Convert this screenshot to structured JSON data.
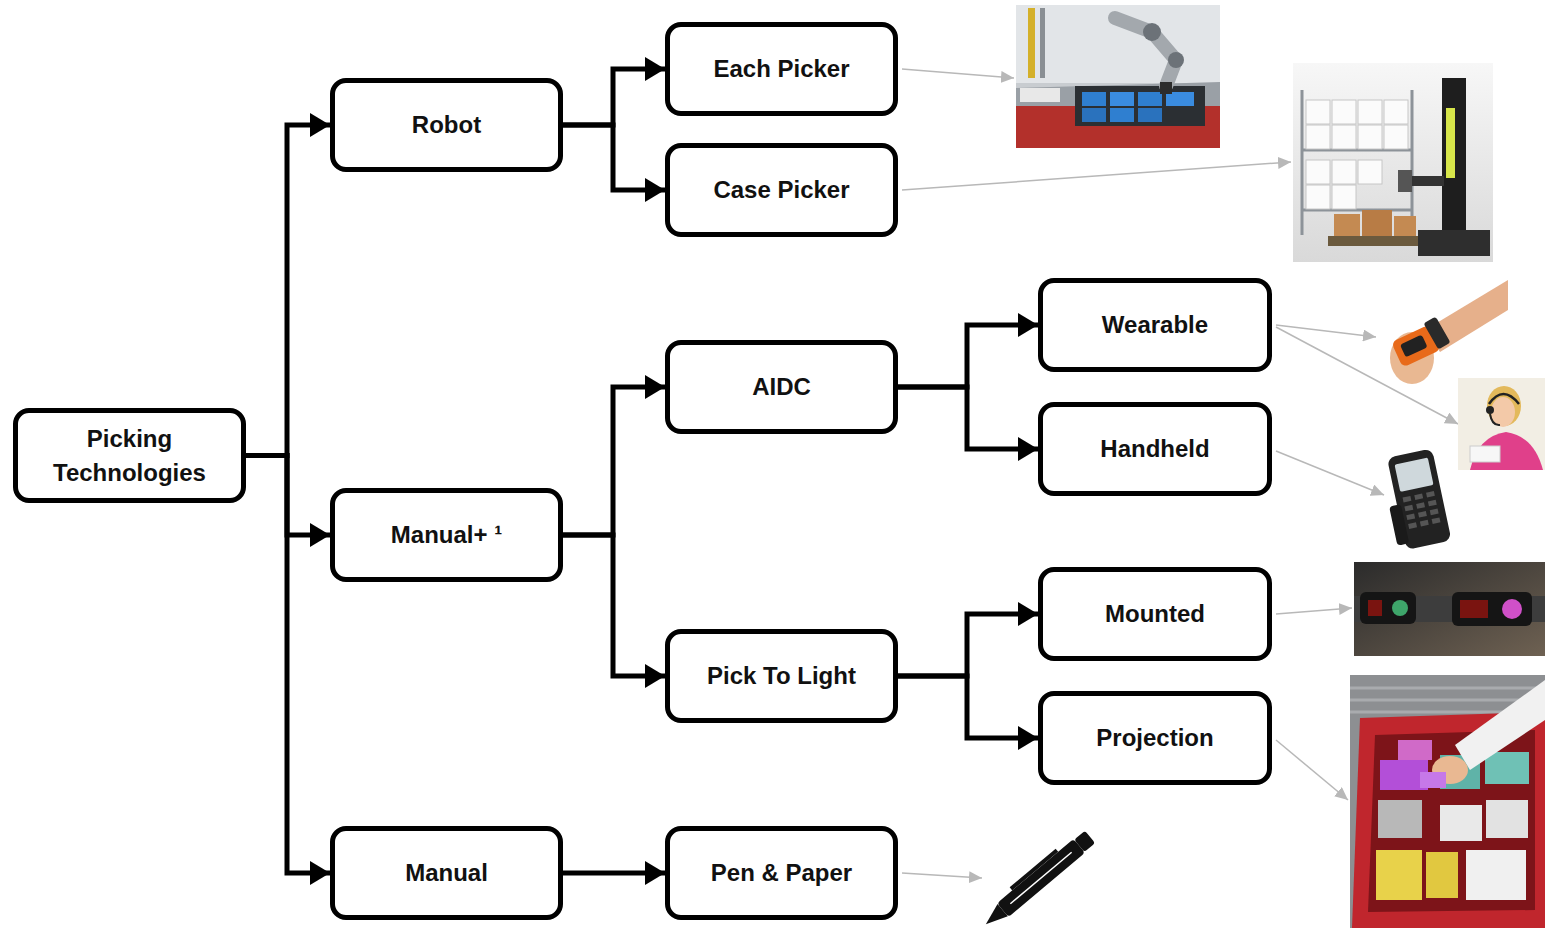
{
  "diagram": {
    "nodes": [
      {
        "text": [
          "Picking Technologies"
        ]
      },
      {
        "text": [
          "Robot"
        ]
      },
      {
        "text": [
          "Each Picker"
        ]
      },
      {
        "text": [
          "Case Picker"
        ]
      },
      {
        "text": [
          "Manual+ ¹"
        ]
      },
      {
        "text": [
          "AIDC"
        ]
      },
      {
        "text": [
          "Wearable"
        ]
      },
      {
        "text": [
          "Handheld"
        ]
      },
      {
        "text": [
          "Pick To Light"
        ]
      },
      {
        "text": [
          "Mounted"
        ]
      },
      {
        "text": [
          "Projection"
        ]
      },
      {
        "text": [
          "Manual"
        ]
      },
      {
        "text": [
          "Pen & Paper"
        ]
      }
    ],
    "edges": [
      {
        "from": 0,
        "to": 1,
        "arrow": "to"
      },
      {
        "from": 0,
        "to": 4,
        "arrow": "to"
      },
      {
        "from": 0,
        "to": 11,
        "arrow": "to"
      },
      {
        "from": 1,
        "to": 2,
        "arrow": "to"
      },
      {
        "from": 1,
        "to": 3,
        "arrow": "to"
      },
      {
        "from": 4,
        "to": 5,
        "arrow": "to"
      },
      {
        "from": 4,
        "to": 8,
        "arrow": "to"
      },
      {
        "from": 5,
        "to": 6,
        "arrow": "to"
      },
      {
        "from": 5,
        "to": 7,
        "arrow": "to"
      },
      {
        "from": 8,
        "to": 9,
        "arrow": "to"
      },
      {
        "from": 8,
        "to": 10,
        "arrow": "to"
      },
      {
        "from": 11,
        "to": 12,
        "arrow": "to"
      }
    ]
  }
}
